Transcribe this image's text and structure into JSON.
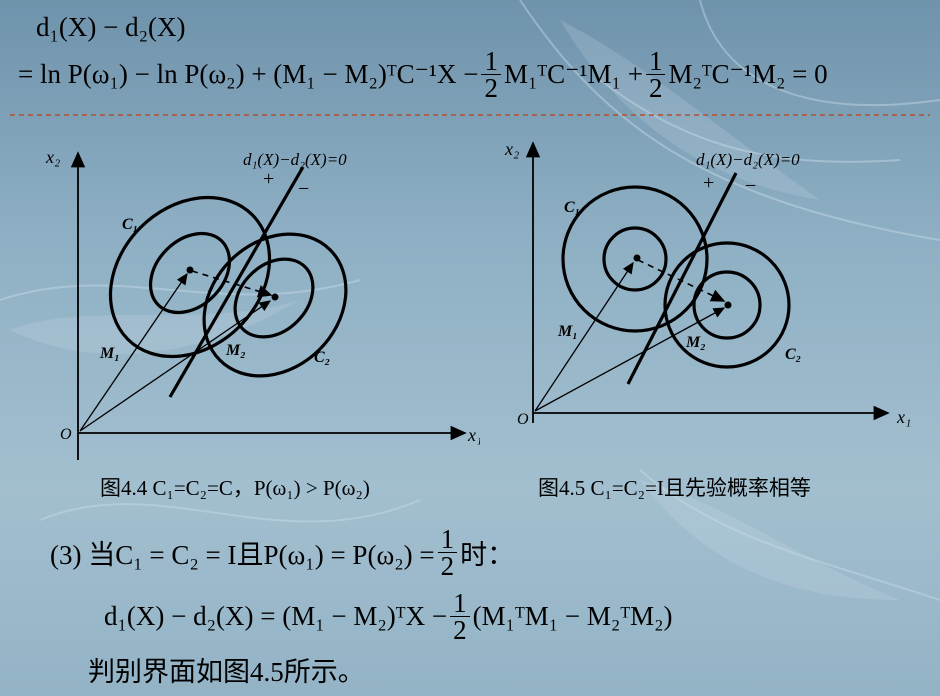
{
  "header": {
    "line1": "d₁(X) − d₂(X)",
    "line2_prefix": "= ln P(ω₁) − ln P(ω₂) + (M₁ − M₂)ᵀC⁻¹X −",
    "line2_mid": "M₁ᵀC⁻¹M₁ +",
    "line2_end": "M₂ᵀC⁻¹M₂ = 0",
    "half_num": "1",
    "half_den": "2"
  },
  "diagram1": {
    "axis_x": "x₁",
    "axis_y": "x₂",
    "origin": "O",
    "class1": "C₁",
    "class2": "C₂",
    "mean1": "M₁",
    "mean2": "M₂",
    "boundary": "d₁(X)−d₂(X)=0",
    "plus": "+",
    "minus": "−",
    "caption": "图4.4  C₁=C₂=C，P(ω₁) > P(ω₂)"
  },
  "diagram2": {
    "axis_x": "x₁",
    "axis_y": "x₂",
    "origin": "O",
    "class1": "C₁",
    "class2": "C₂",
    "mean1": "M₁",
    "mean2": "M₂",
    "boundary": "d₁(X)−d₂(X)=0",
    "plus": "+",
    "minus": "−",
    "caption": "图4.5  C₁=C₂=I且先验概率相等"
  },
  "section3": {
    "intro": "(3)  当C₁ = C₂ = I且P(ω₁) = P(ω₂) =",
    "frac_num": "1",
    "frac_den": "2",
    "tail": "时：",
    "eq_left": "d₁(X) − d₂(X) = (M₁ − M₂)ᵀX −",
    "eq_right": "(M₁ᵀM₁ − M₂ᵀM₂)",
    "eq_frac_num": "1",
    "eq_frac_den": "2",
    "conclusion": "判别界面如图4.5所示。"
  },
  "colors": {
    "divider": "#b4502a",
    "ink": "#000000"
  }
}
